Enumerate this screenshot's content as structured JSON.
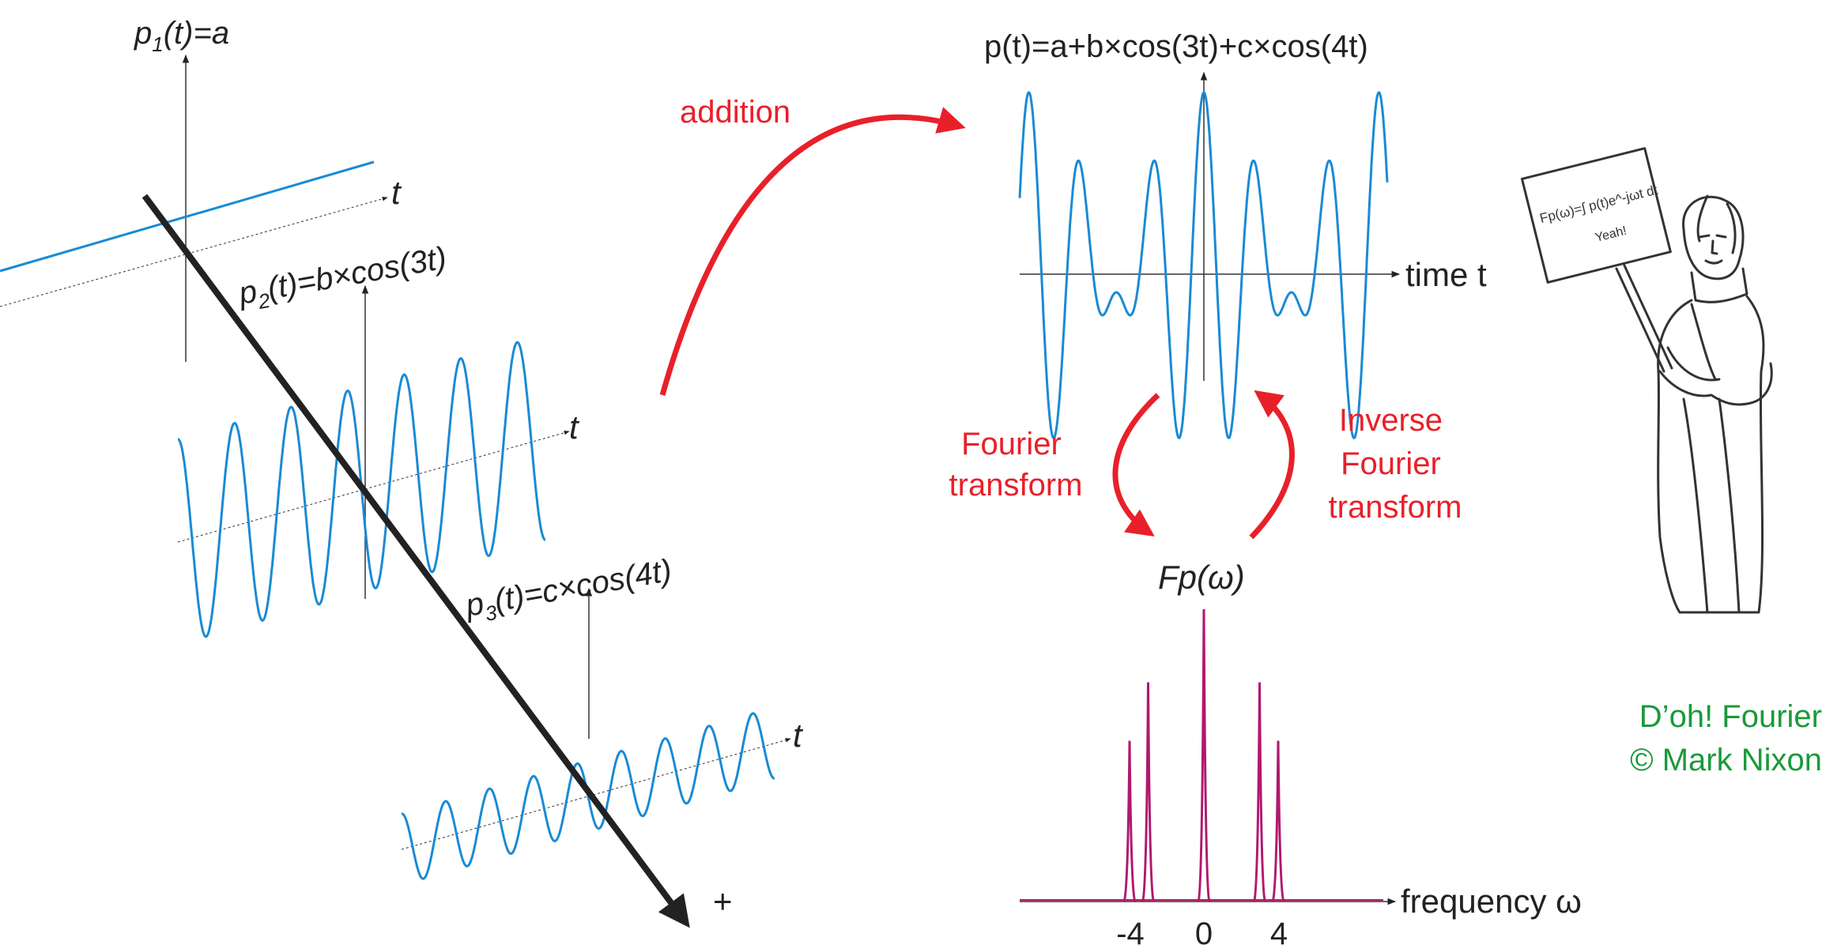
{
  "labels": {
    "p1": "p",
    "p1_sub": "1",
    "p1_rest": "(t)=a",
    "p2": "p",
    "p2_sub": "2",
    "p2_rest": "(t)=b×cos(3t)",
    "p3": "p",
    "p3_sub": "3",
    "p3_rest": "(t)=c×cos(4t)",
    "t_axis": "t",
    "plus": "+",
    "sum_title": "p(t)=a+b×cos(3t)+c×cos(4t)",
    "time_axis": "time t",
    "spectrum_title": "Fp(ω)",
    "freq_axis": "frequency ω",
    "tick_neg4": "-4",
    "tick_0": "0",
    "tick_4": "4",
    "addition": "addition",
    "fourier_1": "Fourier",
    "fourier_2": "transform",
    "inverse_1": "Inverse",
    "inverse_2": "Fourier",
    "inverse_3": "transform",
    "credit_1": "D’oh! Fourier",
    "credit_2": "© Mark Nixon",
    "sign_formula": "Fp(ω)=∫ p(t)e^-jωt dt",
    "sign_yeah": "Yeah!"
  },
  "colors": {
    "wave": "#1a8ad4",
    "spectrum": "#b0186e",
    "annotation": "#e8202a",
    "credit": "#1a9a3a",
    "axis": "#222222"
  },
  "chart_data": {
    "type": "line",
    "spectrum_peaks": [
      {
        "omega": -4,
        "height": 0.55
      },
      {
        "omega": -3,
        "height": 0.75
      },
      {
        "omega": 0,
        "height": 1.0
      },
      {
        "omega": 3,
        "height": 0.75
      },
      {
        "omega": 4,
        "height": 0.55
      }
    ]
  },
  "icons": {
    "fourier_figure": "fourier-cartoon-icon"
  }
}
